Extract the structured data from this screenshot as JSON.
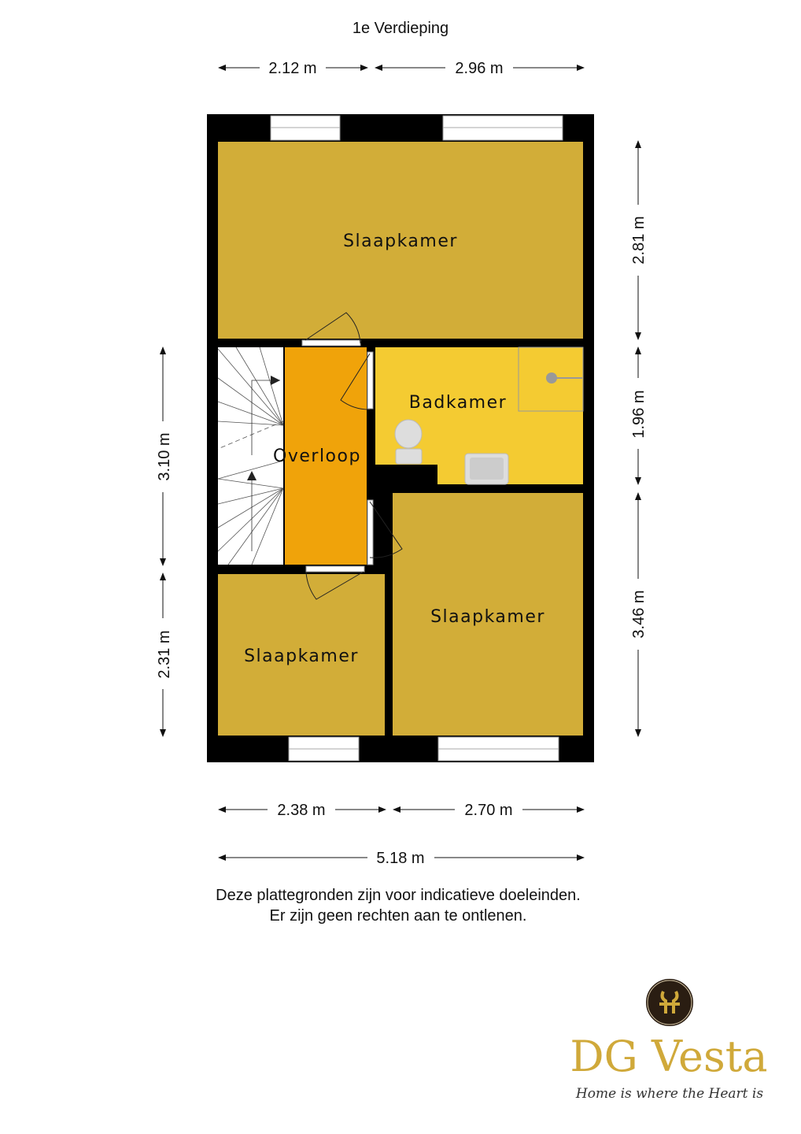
{
  "title": "1e Verdieping",
  "dimensions": {
    "top_left": "2.12 m",
    "top_right": "2.96 m",
    "right_top": "2.81 m",
    "right_middle": "1.96 m",
    "right_bottom": "3.46 m",
    "left_top": "3.10 m",
    "left_bottom": "2.31 m",
    "bottom_left": "2.38 m",
    "bottom_right": "2.70 m",
    "bottom_total": "5.18 m"
  },
  "rooms": {
    "bedroom_top": "Slaapkamer",
    "bathroom": "Badkamer",
    "landing": "Overloop",
    "bedroom_right": "Slaapkamer",
    "bedroom_left": "Slaapkamer"
  },
  "disclaimer": {
    "line1": "Deze plattegronden zijn voor indicatieve doeleinden.",
    "line2": "Er zijn geen rechten aan te ontlenen."
  },
  "logo": {
    "name": "DG Vesta",
    "tagline": "Home is where the Heart is"
  },
  "colors": {
    "bedroom": "#D2AD38",
    "landing": "#F0A30A",
    "bathroom": "#F4CB32",
    "wall": "#000000",
    "brand": "#D0A93A"
  }
}
